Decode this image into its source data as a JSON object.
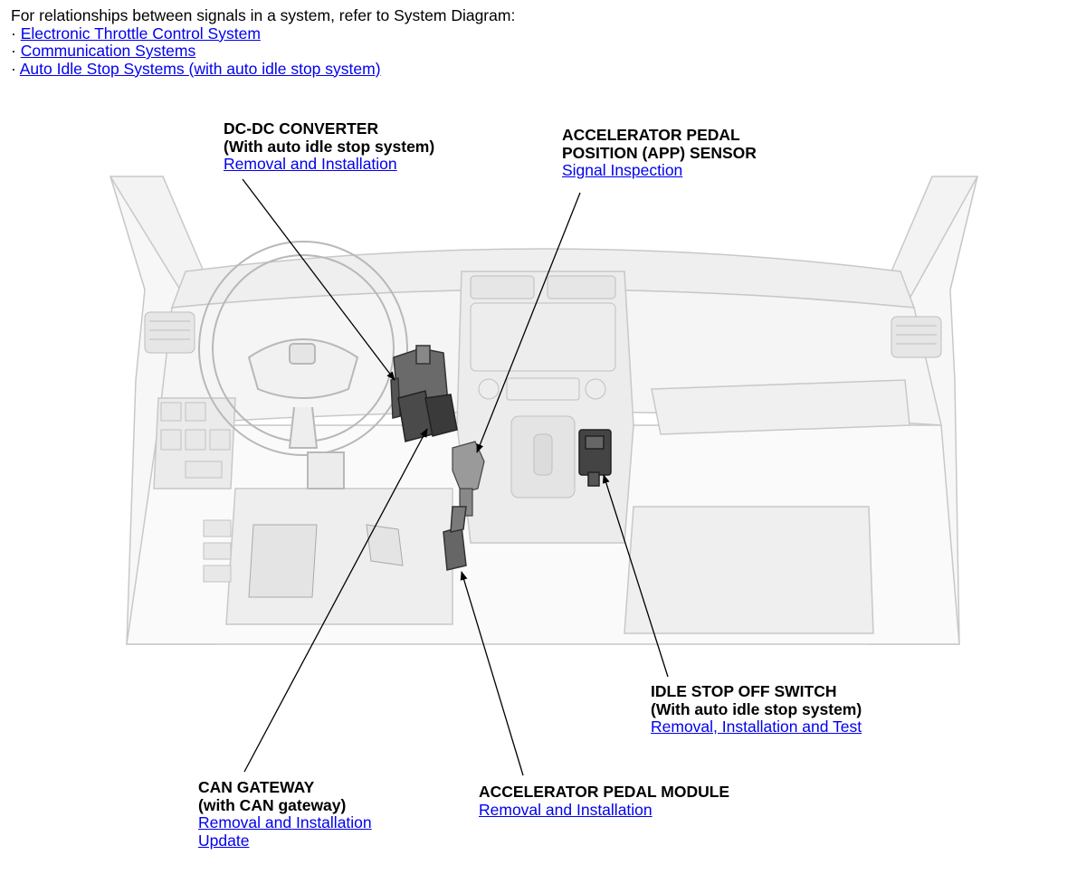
{
  "intro": {
    "text": "For relationships between signals in a system, refer to System Diagram:",
    "bullet": "·",
    "links": [
      "Electronic Throttle Control System",
      "Communication Systems",
      "Auto Idle Stop Systems (with auto idle stop system)"
    ]
  },
  "callouts": {
    "dcdc": {
      "title1": "DC-DC CONVERTER",
      "title2": "(With auto idle stop system)",
      "link1": "Removal and Installation"
    },
    "app": {
      "title1": "ACCELERATOR PEDAL",
      "title2": "POSITION (APP) SENSOR",
      "link1": "Signal Inspection"
    },
    "idle": {
      "title1": "IDLE STOP OFF SWITCH",
      "title2": "(With auto idle stop system)",
      "link1": "Removal, Installation and Test"
    },
    "can": {
      "title1": "CAN GATEWAY",
      "title2": "(with CAN gateway)",
      "link1": "Removal and Installation",
      "link2": "Update"
    },
    "pedal": {
      "title1": "ACCELERATOR PEDAL MODULE",
      "link1": "Removal and Installation"
    }
  }
}
